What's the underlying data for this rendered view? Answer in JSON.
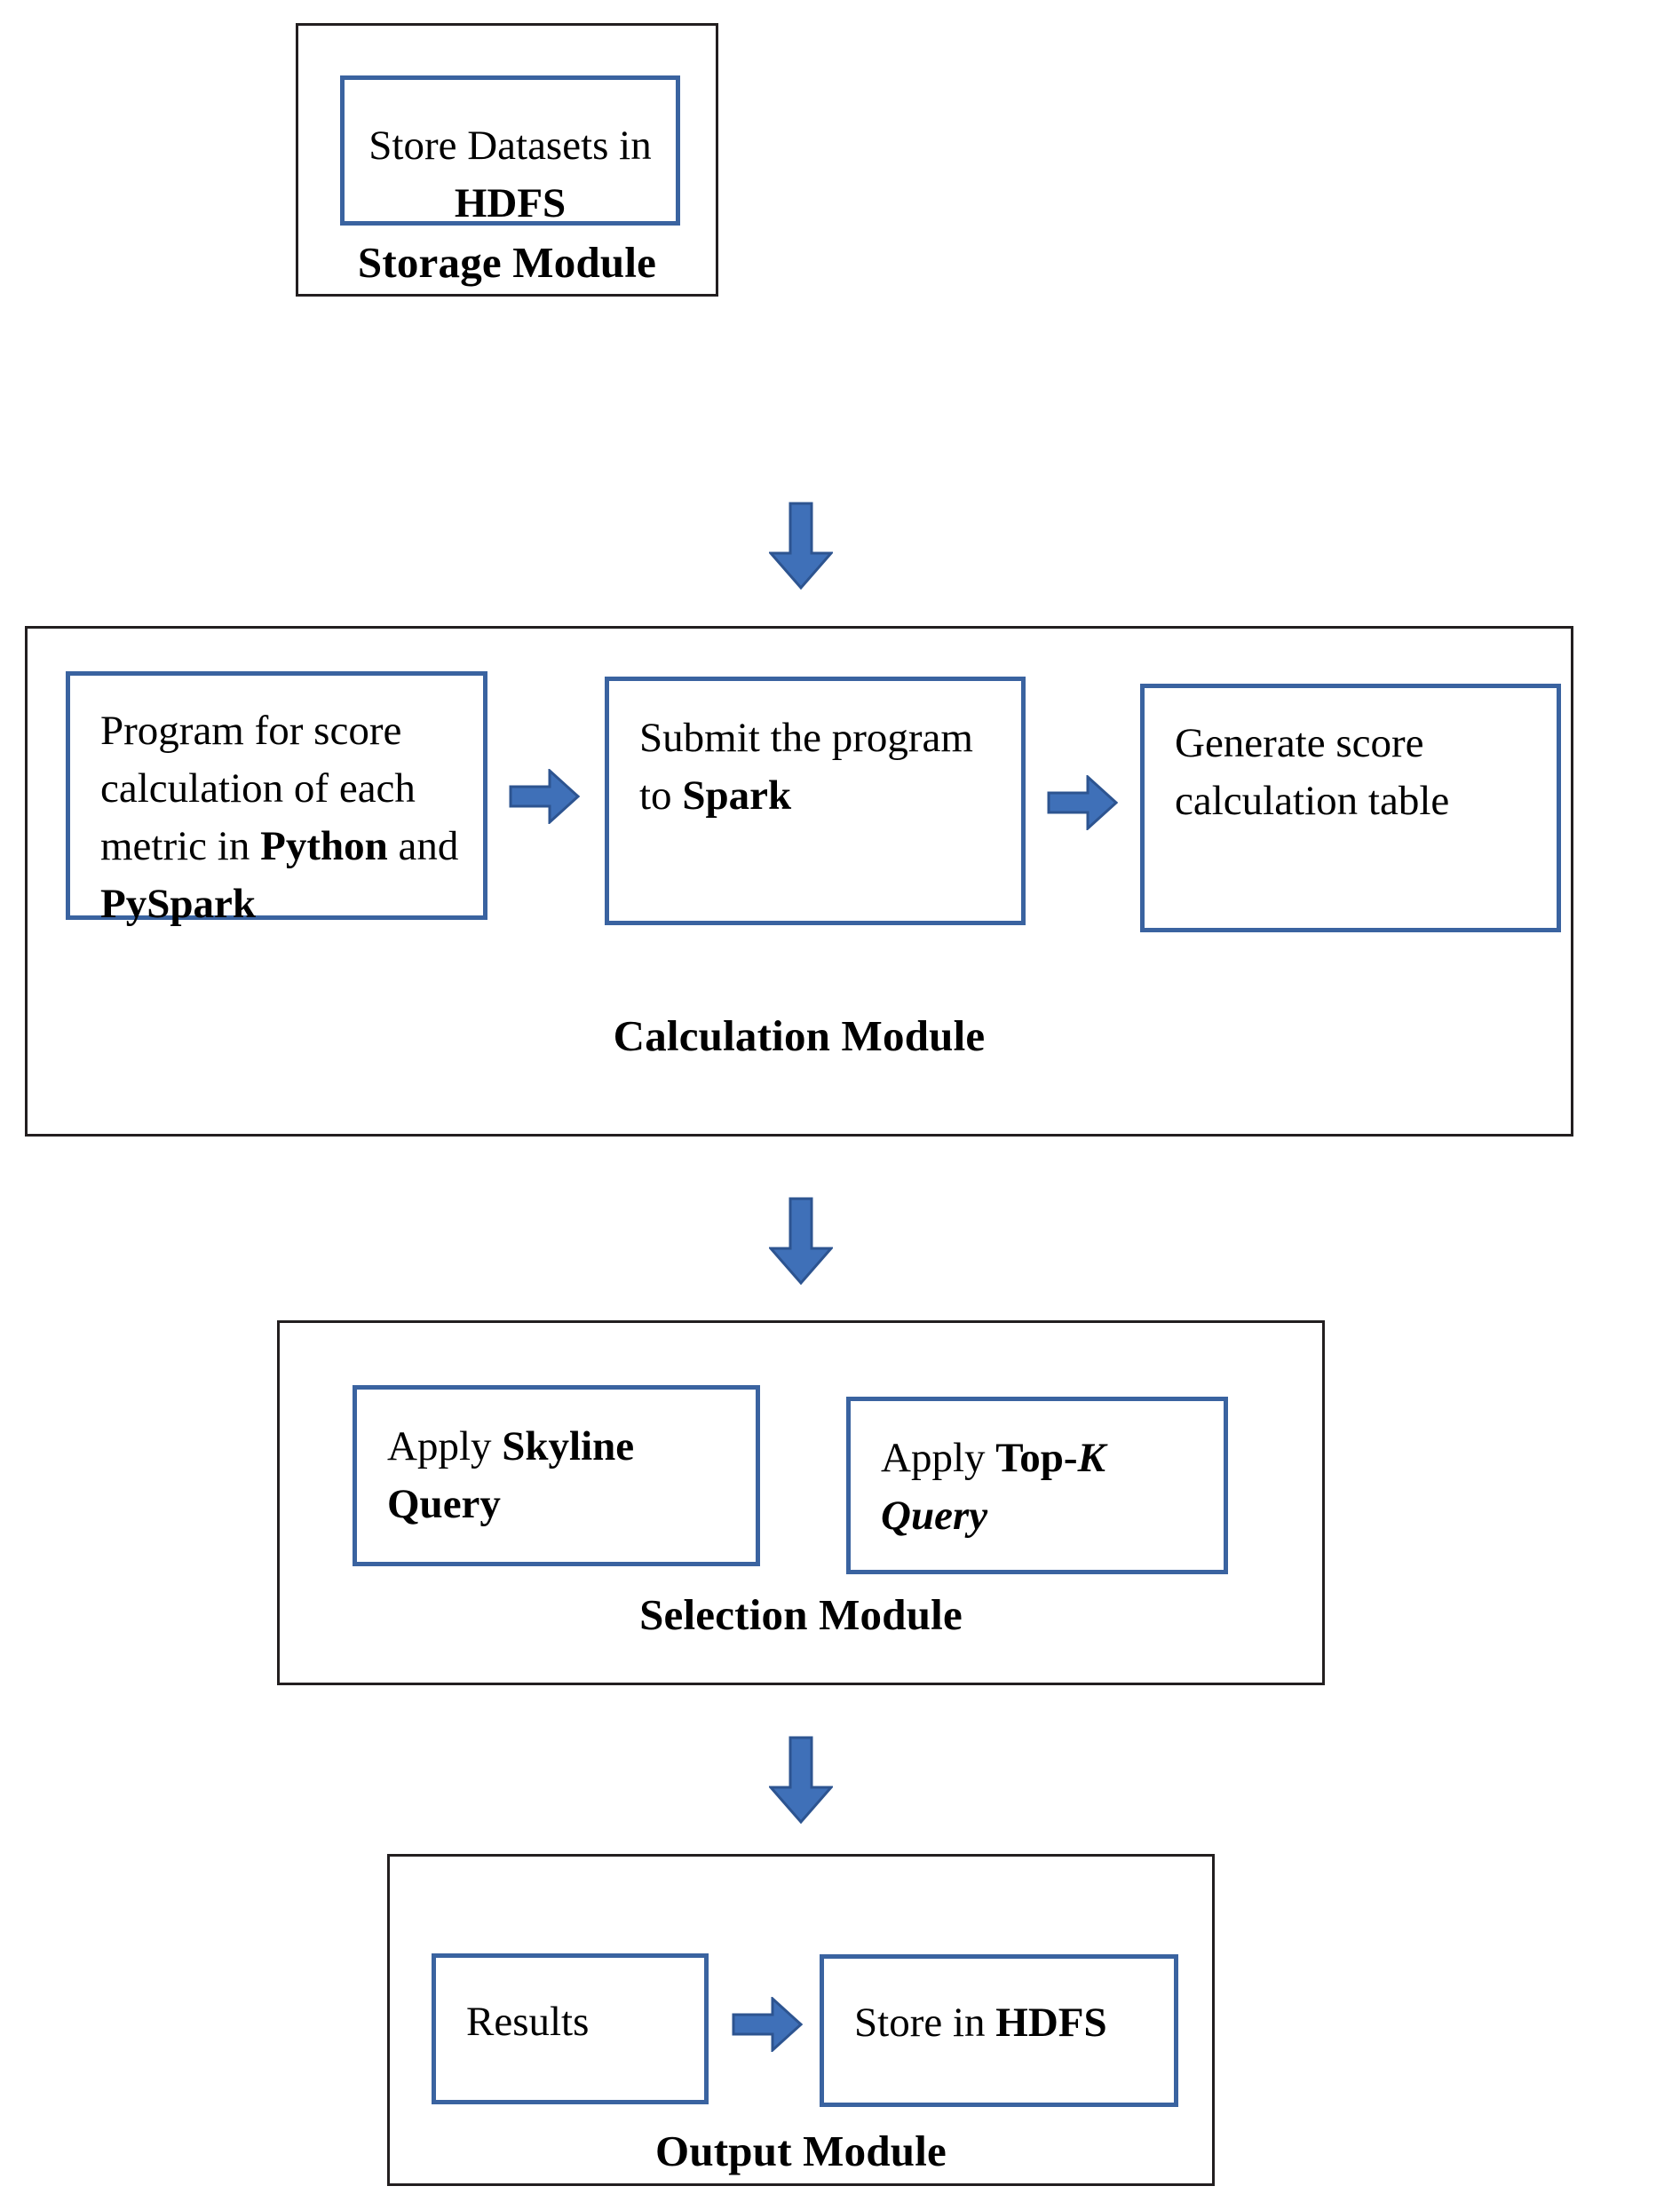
{
  "diagram": {
    "title_text_present": false,
    "accent_color": "#3a63a0",
    "arrow_fill": "#3f70b8",
    "arrow_stroke": "#2d5490",
    "outline_color": "#231f20",
    "modules": [
      {
        "id": "storage",
        "caption": "Storage Module",
        "boxes": [
          {
            "id": "store-datasets",
            "text_plain": "Store Datasets in HDFS",
            "parts": [
              {
                "t": "Store Datasets in ",
                "style": "regular"
              },
              {
                "t": "HDFS",
                "style": "bold"
              }
            ]
          }
        ]
      },
      {
        "id": "calculation",
        "caption": "Calculation Module",
        "boxes": [
          {
            "id": "program-score",
            "text_plain": "Program for score calculation of each metric in Python and PySpark",
            "parts": [
              {
                "t": "Program for score calculation of each metric in ",
                "style": "regular"
              },
              {
                "t": "Python",
                "style": "bold"
              },
              {
                "t": " and ",
                "style": "regular"
              },
              {
                "t": "PySpark",
                "style": "bold"
              }
            ]
          },
          {
            "id": "submit-program",
            "text_plain": "Submit the program to Spark",
            "parts": [
              {
                "t": "Submit the program to ",
                "style": "regular"
              },
              {
                "t": "Spark",
                "style": "bold"
              }
            ]
          },
          {
            "id": "generate-table",
            "text_plain": "Generate score calculation table",
            "parts": [
              {
                "t": "Generate score calculation table",
                "style": "regular"
              }
            ]
          }
        ]
      },
      {
        "id": "selection",
        "caption": "Selection Module",
        "boxes": [
          {
            "id": "apply-skyline",
            "text_plain": "Apply Skyline Query",
            "parts": [
              {
                "t": "Apply ",
                "style": "regular"
              },
              {
                "t": "Skyline Query",
                "style": "bold"
              }
            ]
          },
          {
            "id": "apply-topk",
            "text_plain": "Apply Top-K Query",
            "parts": [
              {
                "t": "Apply ",
                "style": "regular"
              },
              {
                "t": "Top-",
                "style": "bold"
              },
              {
                "t": "K",
                "style": "bold-italic"
              },
              {
                "t": " Query",
                "style": "bold-italic"
              }
            ]
          }
        ]
      },
      {
        "id": "output",
        "caption": "Output Module",
        "boxes": [
          {
            "id": "results",
            "text_plain": "Results",
            "parts": [
              {
                "t": "Results",
                "style": "regular"
              }
            ]
          },
          {
            "id": "store-hdfs",
            "text_plain": "Store in HDFS",
            "parts": [
              {
                "t": "Store in ",
                "style": "regular"
              },
              {
                "t": "HDFS",
                "style": "bold"
              }
            ]
          }
        ]
      }
    ],
    "connectors": [
      {
        "id": "storage-to-calculation",
        "direction": "down"
      },
      {
        "id": "program-to-submit",
        "direction": "right"
      },
      {
        "id": "submit-to-generate",
        "direction": "right"
      },
      {
        "id": "calculation-to-selection",
        "direction": "down"
      },
      {
        "id": "selection-to-output",
        "direction": "down"
      },
      {
        "id": "results-to-store",
        "direction": "right"
      }
    ]
  }
}
